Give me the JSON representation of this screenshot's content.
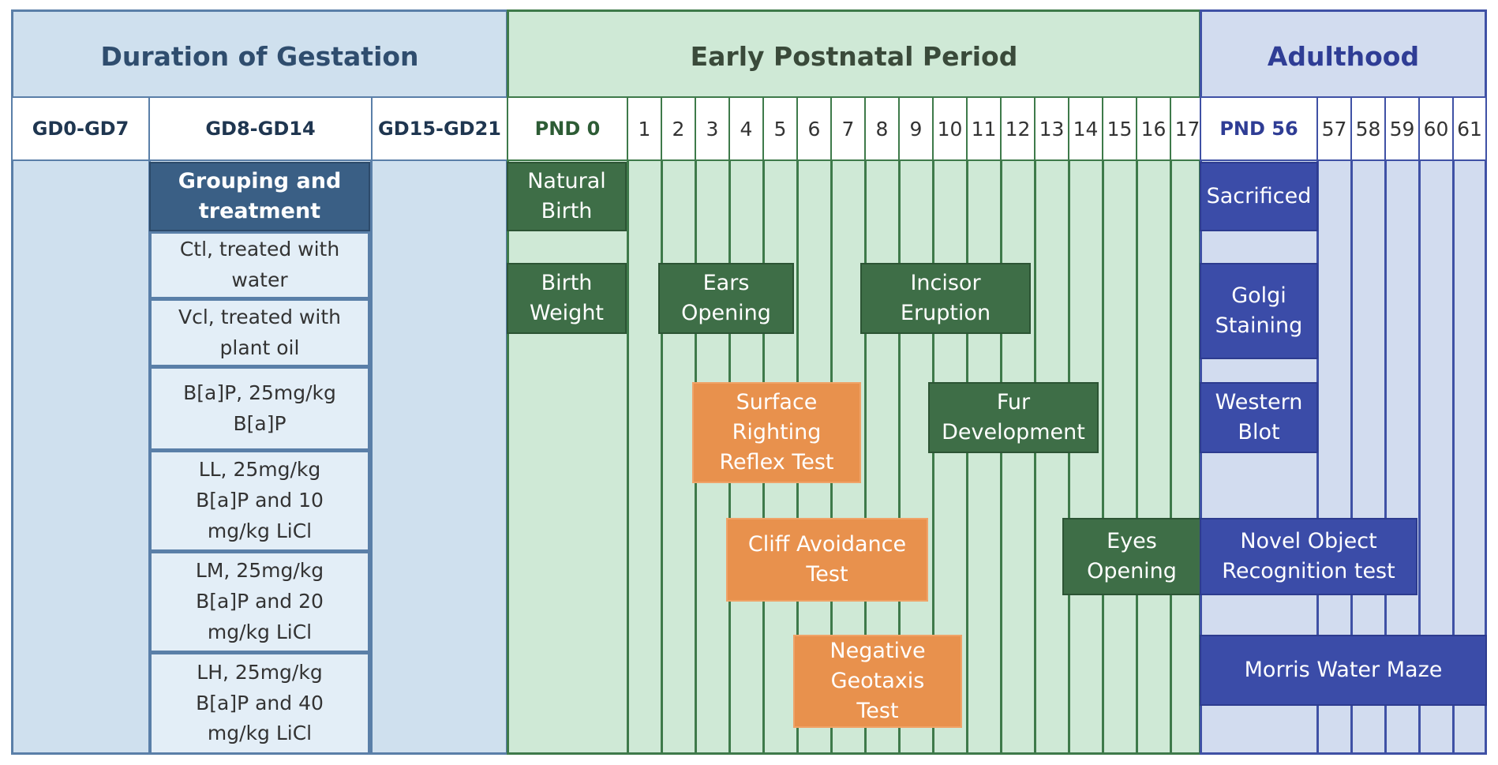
{
  "sections": {
    "gestation": "Duration of Gestation",
    "postnatal": "Early Postnatal Period",
    "adulthood": "Adulthood"
  },
  "headers": {
    "gd1": "GD0-GD7",
    "gd2": "GD8-GD14",
    "gd3": "GD15-GD21",
    "pnd0": "PND 0",
    "days_postnatal": [
      "1",
      "2",
      "3",
      "4",
      "5",
      "6",
      "7",
      "8",
      "9",
      "10",
      "11",
      "12",
      "13",
      "14",
      "15",
      "16",
      "17"
    ],
    "pnd56": "PND 56",
    "days_adult": [
      "57",
      "58",
      "59",
      "60",
      "61"
    ]
  },
  "groups": {
    "title": "Grouping and\ntreatment",
    "items": [
      "Ctl, treated with\nwater",
      "Vcl, treated with\nplant oil",
      "B[a]P, 25mg/kg\nB[a]P",
      "LL, 25mg/kg\nB[a]P and 10\nmg/kg LiCl",
      "LM, 25mg/kg\nB[a]P and 20\nmg/kg LiCl",
      "LH, 25mg/kg\nB[a]P and 40\nmg/kg LiCl"
    ]
  },
  "events": {
    "natural_birth": "Natural\nBirth",
    "birth_weight": "Birth\nWeight",
    "ears_opening": "Ears\nOpening",
    "incisor_eruption": "Incisor\nEruption",
    "surface_righting": "Surface\nRighting\nReflex Test",
    "fur_development": "Fur\nDevelopment",
    "cliff_avoidance": "Cliff Avoidance\nTest",
    "eyes_opening": "Eyes\nOpening",
    "negative_geotaxis": "Negative\nGeotaxis\nTest",
    "sacrificed": "Sacrificed",
    "golgi_staining": "Golgi\nStaining",
    "western_blot": "Western\nBlot",
    "novel_object": "Novel Object\nRecognition test",
    "morris_water_maze": "Morris Water Maze"
  },
  "colors": {
    "gestation_bg": "#cfe0ee",
    "postnatal_bg": "#cfe9d6",
    "adulthood_bg": "#d2dcef",
    "green_box": "#3e6e47",
    "orange_box": "#e8914d",
    "blue_box": "#3b4ca8",
    "navy_box": "#3a5f85"
  }
}
